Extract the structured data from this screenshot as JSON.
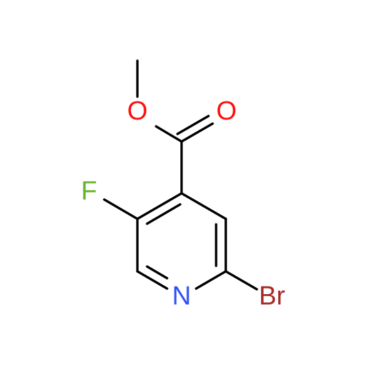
{
  "atoms": {
    "O_methoxy": {
      "label": "O",
      "color": "#ff0d0d"
    },
    "O_carbonyl": {
      "label": "O",
      "color": "#ff0d0d"
    },
    "F": {
      "label": "F",
      "color": "#65b32e"
    },
    "N": {
      "label": "N",
      "color": "#3050f8"
    },
    "Br": {
      "label": "Br",
      "color": "#a62929"
    }
  }
}
